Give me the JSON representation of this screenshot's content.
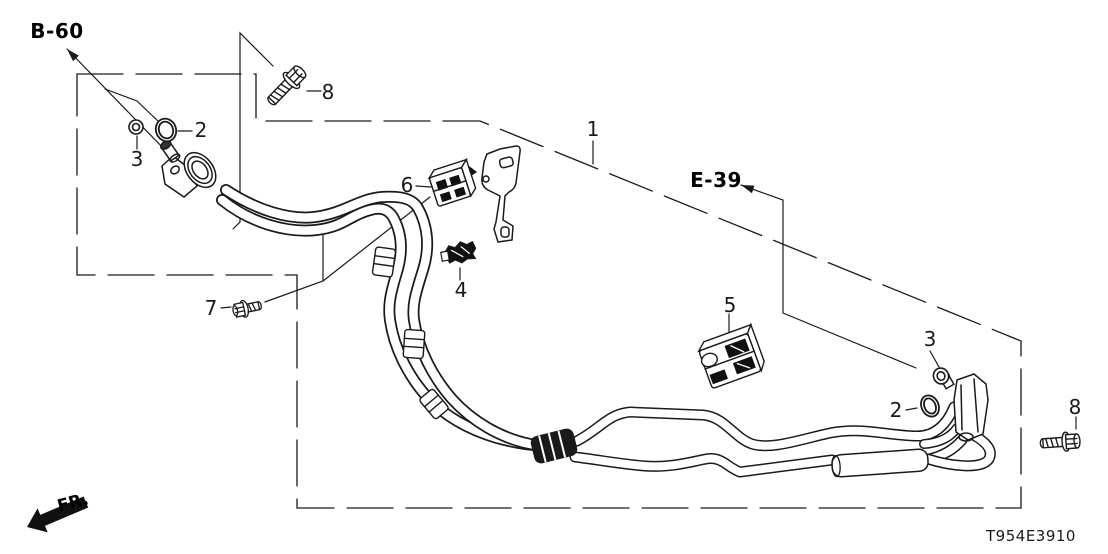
{
  "diagram": {
    "code": "T954E3910",
    "front_marker": "FR.",
    "refs": {
      "b60": "B-60",
      "e39": "E-39"
    },
    "callouts": {
      "c1": "1",
      "c2_left": "2",
      "c3_left": "3",
      "c4": "4",
      "c5": "5",
      "c6": "6",
      "c7": "7",
      "c8_top": "8",
      "c2_right": "2",
      "c3_right": "3",
      "c8_right": "8"
    },
    "colors": {
      "line": "#1a1a1a",
      "background": "#ffffff"
    }
  }
}
